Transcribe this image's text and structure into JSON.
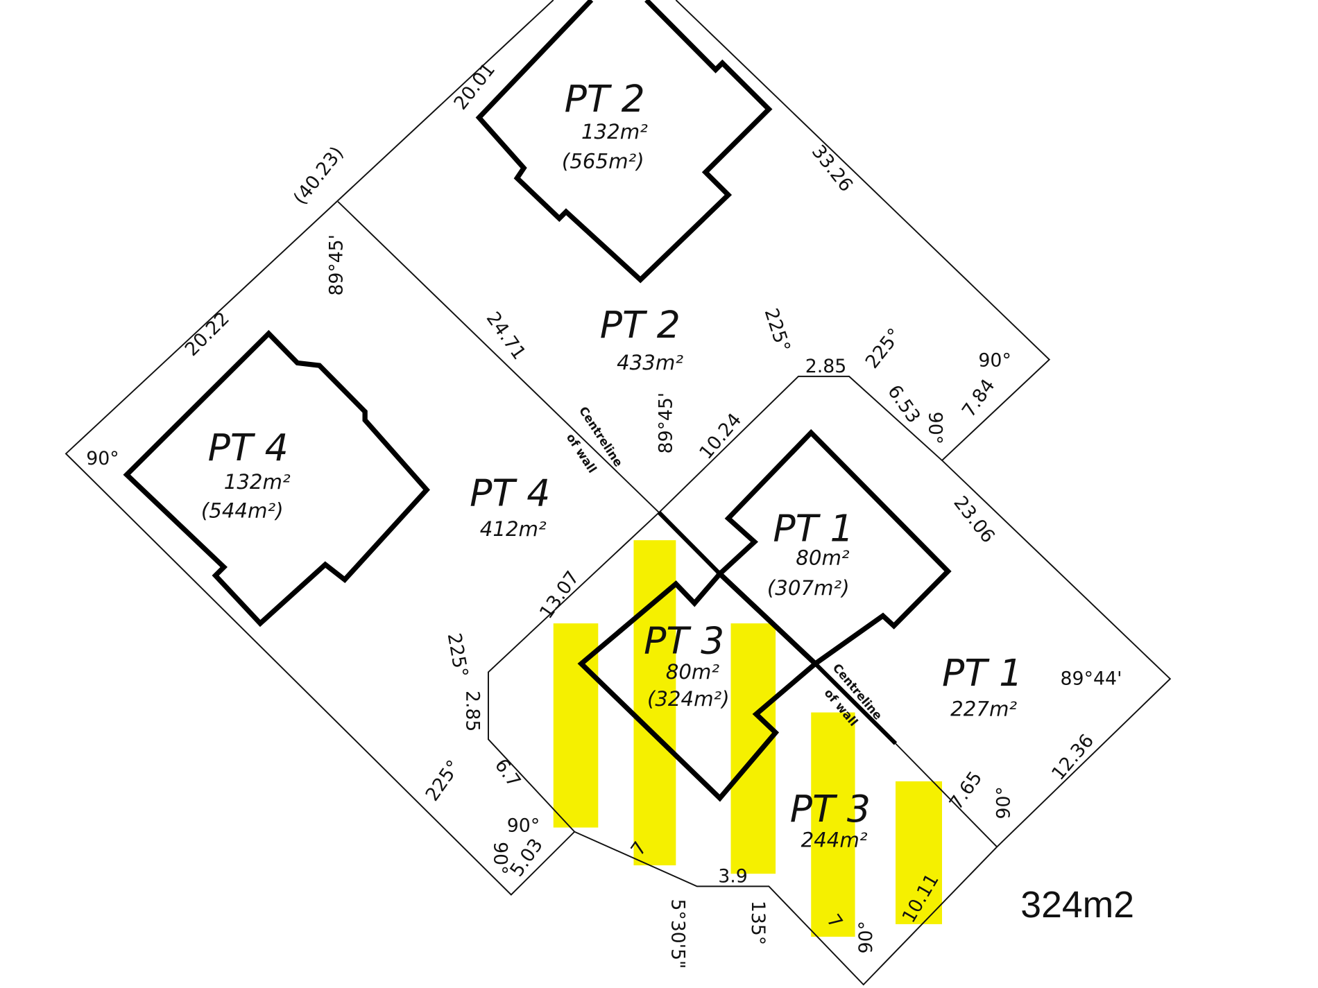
{
  "highlight_color": "#f5f000",
  "lots": {
    "pt2": {
      "building_label": "PT 2",
      "building_area": "132m²",
      "building_total": "(565m²)",
      "yard_label": "PT 2",
      "yard_area": "433m²"
    },
    "pt4": {
      "building_label": "PT 4",
      "building_area": "132m²",
      "building_total": "(544m²)",
      "yard_label": "PT 4",
      "yard_area": "412m²"
    },
    "pt1": {
      "building_label": "PT 1",
      "building_area": "80m²",
      "building_total": "(307m²)",
      "yard_label": "PT 1",
      "yard_area": "227m²"
    },
    "pt3": {
      "building_label": "PT 3",
      "building_area": "80m²",
      "building_total": "(324m²)",
      "yard_label": "PT 3",
      "yard_area": "244m²"
    }
  },
  "dimensions": {
    "d20_01": "20.01",
    "d40_23": "(40.23)",
    "d33_26": "33.26",
    "a89_45_a": "89°45'",
    "d20_22": "20.22",
    "d24_71": "24.71",
    "a225_a": "225°",
    "d2_85_a": "2.85",
    "a225_b": "225°",
    "a90_a": "90°",
    "a90_b": "90°",
    "d6_53": "6.53",
    "d7_84": "7.84",
    "a90_c": "90°",
    "a89_45_b": "89°45'",
    "d10_24": "10.24",
    "d23_06": "23.06",
    "d13_07": "13.07",
    "a225_c": "225°",
    "d2_85_b": "2.85",
    "a89_44": "89°44'",
    "a225_d": "225°",
    "d6_7": "6.7",
    "a90_d": "90°",
    "a90_e": "90°",
    "d5_03": "5.03",
    "d7_a": "7",
    "d3_9": "3.9",
    "bearing": "5°30'5\"",
    "a135": "135°",
    "d7_65": "7.65",
    "a90_f": "90°",
    "d12_36": "12.36",
    "d7_b": "7",
    "a90_g": "90°",
    "d10_11": "10.11"
  },
  "centreline_1": {
    "line1": "Centreline",
    "line2": "of wall"
  },
  "centreline_2": {
    "line1": "Centreline",
    "line2": "of wall"
  },
  "note": "324m2"
}
